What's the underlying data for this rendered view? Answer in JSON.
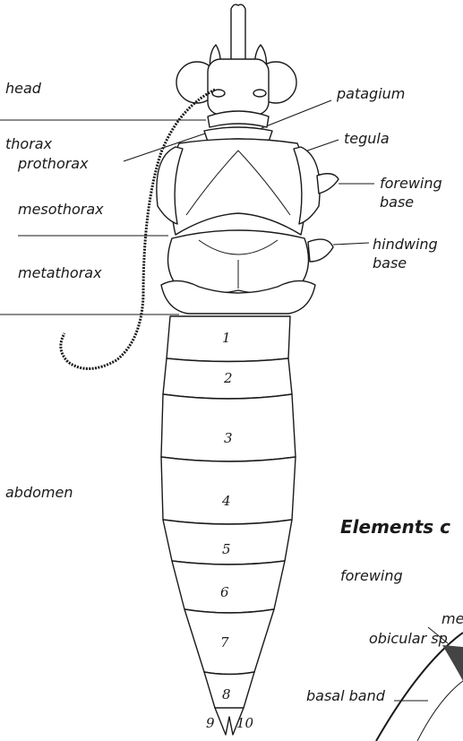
{
  "labels": {
    "head": "head",
    "patagium": "patagium",
    "thorax": "thorax",
    "prothorax": "prothorax",
    "tegula": "tegula",
    "forewing_base_1": "forewing",
    "forewing_base_2": "base",
    "mesothorax": "mesothorax",
    "hindwing_base_1": "hindwing",
    "hindwing_base_2": "base",
    "metathorax": "metathorax",
    "abdomen": "abdomen"
  },
  "segments": [
    "1",
    "2",
    "3",
    "4",
    "5",
    "6",
    "7",
    "8",
    "9",
    "10"
  ],
  "side_panel": {
    "heading": "Elements c",
    "forewing": "forewing",
    "me": "me",
    "obicular": "obicular sp",
    "basal_band": "basal band"
  },
  "colors": {
    "ink": "#1a1a1a",
    "background": "#ffffff"
  }
}
